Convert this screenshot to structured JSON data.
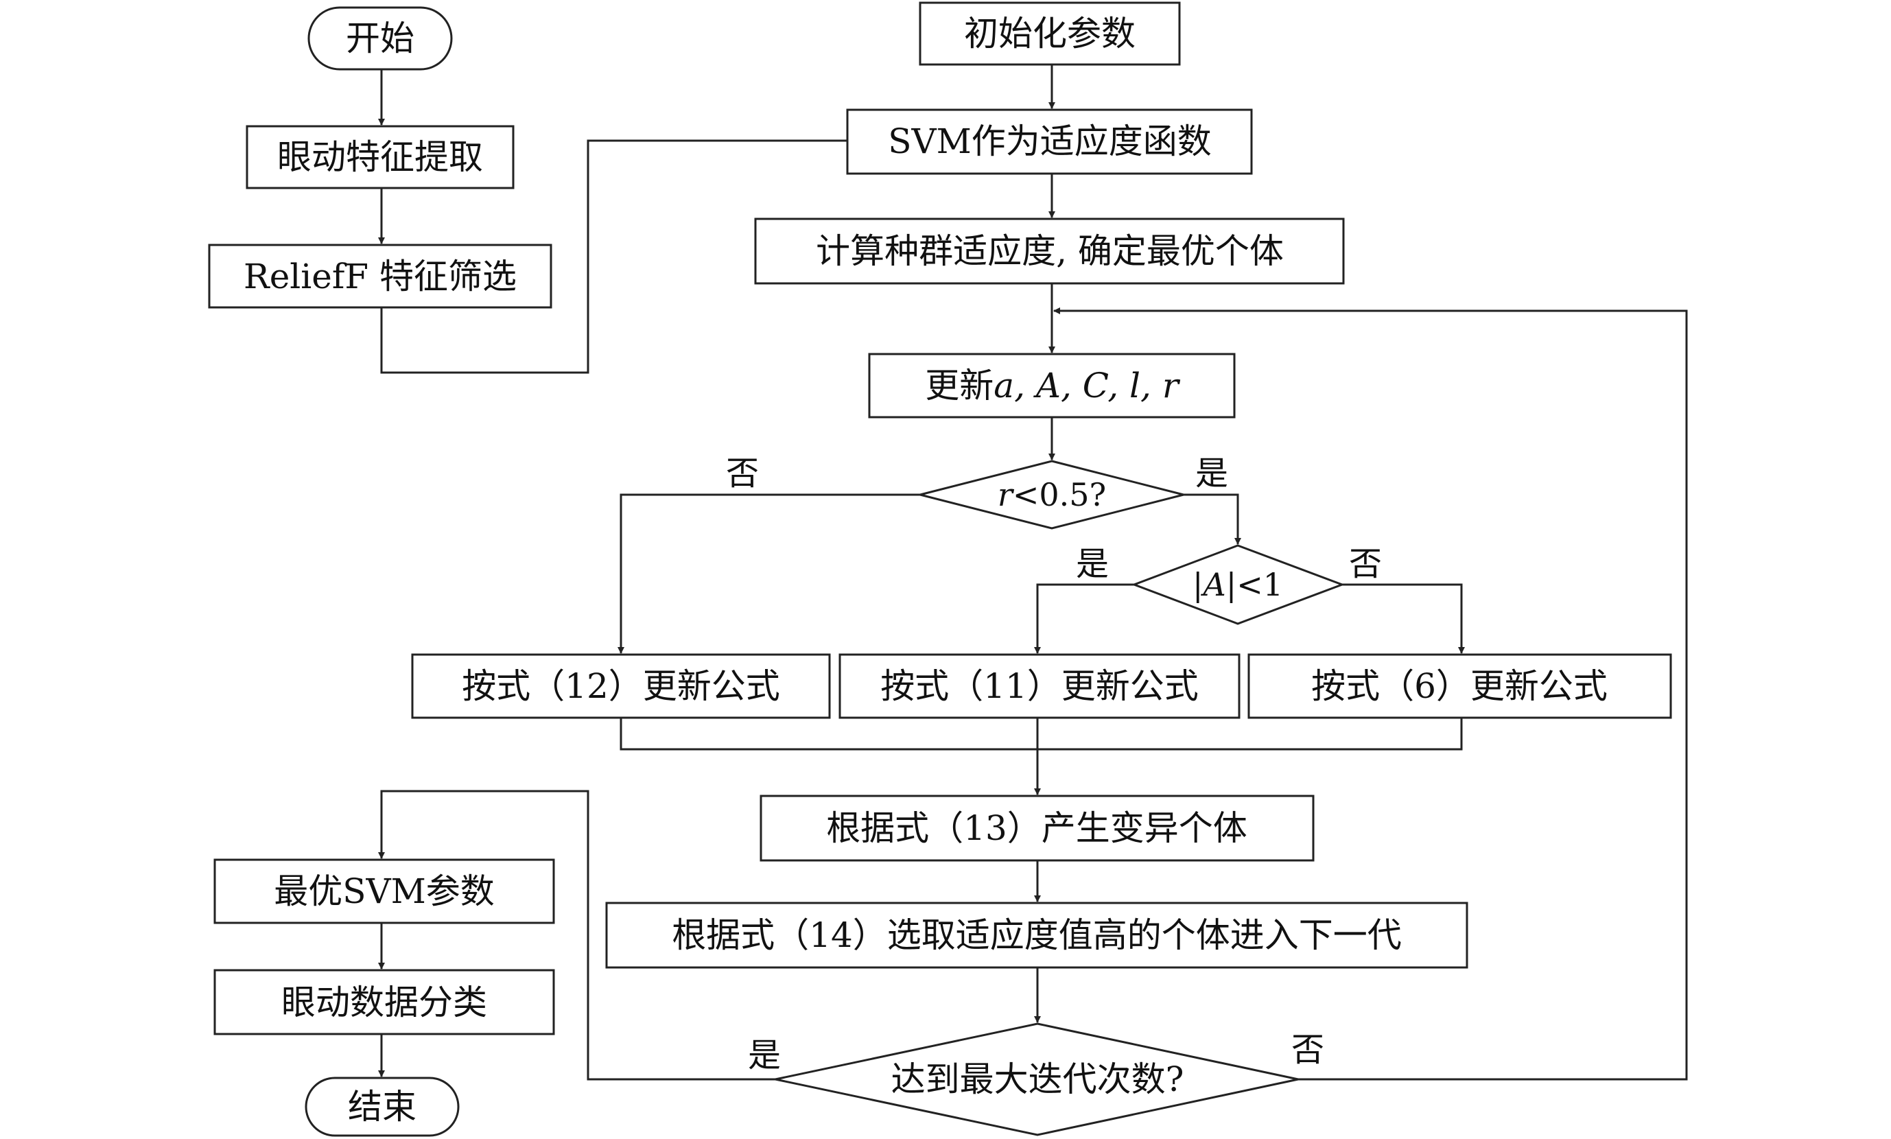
{
  "flowchart": {
    "left_column": {
      "start": "开始",
      "feature_extraction": "眼动特征提取",
      "relieff_selection": "ReliefF 特征筛选",
      "best_svm_params": "最优SVM参数",
      "eye_data_classification": "眼动数据分类",
      "end": "结束"
    },
    "main_flow": {
      "init_params": "初始化参数",
      "svm_fitness": "SVM作为适应度函数",
      "compute_fitness": "计算种群适应度, 确定最优个体",
      "update_params": {
        "prefix": "更新",
        "vars": "a, A, C, l, r"
      },
      "decision_r": {
        "var": "r",
        "rest": "<0.5?"
      },
      "decision_a": {
        "var": "|A|",
        "rest": "<1"
      },
      "update_eq12": "按式（12）更新公式",
      "update_eq11": "按式（11）更新公式",
      "update_eq6": "按式（6）更新公式",
      "mutation": "根据式（13）产生变异个体",
      "selection": "根据式（14）选取适应度值高的个体进入下一代",
      "decision_max_iter": "达到最大迭代次数?"
    },
    "branch_labels": {
      "r_no": "否",
      "r_yes": "是",
      "a_yes": "是",
      "a_no": "否",
      "iter_yes": "是",
      "iter_no": "否"
    }
  }
}
